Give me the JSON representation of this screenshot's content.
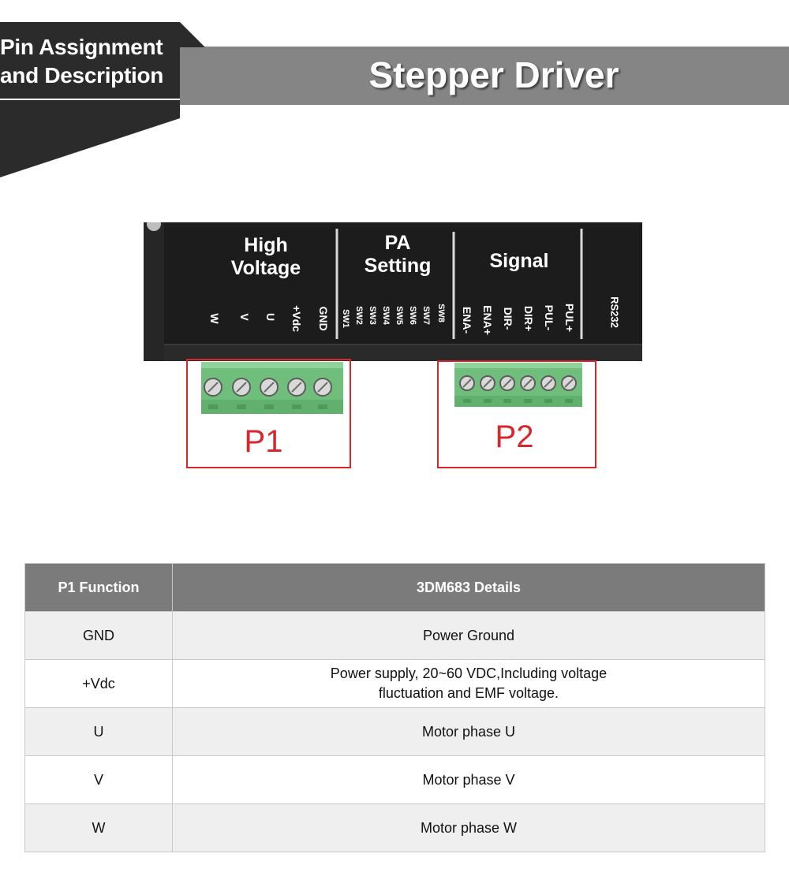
{
  "header": {
    "section_label": [
      "Pin Assignment",
      "and Description"
    ],
    "title": "Stepper Driver"
  },
  "device": {
    "groups": {
      "high_voltage": [
        "High",
        "Voltage"
      ],
      "pa_setting": [
        "PA",
        "Setting"
      ],
      "signal": "Signal",
      "rs232": "RS232"
    },
    "p1_pins": [
      "W",
      "V",
      "U",
      "+Vdc",
      "GND"
    ],
    "switches": [
      "SW1",
      "SW2",
      "SW3",
      "SW4",
      "SW5",
      "SW6",
      "SW7",
      "SW8"
    ],
    "p2_pins": [
      "ENA-",
      "ENA+",
      "DIR-",
      "DIR+",
      "PUL-",
      "PUL+"
    ],
    "connector_labels": {
      "p1": "P1",
      "p2": "P2"
    }
  },
  "table": {
    "headers": [
      "P1 Function",
      "3DM683 Details"
    ],
    "rows": [
      {
        "function": "GND",
        "details": "Power Ground"
      },
      {
        "function": "+Vdc",
        "details": "Power supply, 20~60 VDC,Including voltage fluctuation and EMF voltage."
      },
      {
        "function": "U",
        "details": "Motor phase U"
      },
      {
        "function": "V",
        "details": "Motor phase V"
      },
      {
        "function": "W",
        "details": "Motor phase W"
      }
    ]
  },
  "colors": {
    "header_band": "#858585",
    "dark_tab": "#2b2b2b",
    "device_body": "#1c1c1c",
    "terminal_green": "#72c47e",
    "highlight_red": "#d8262c",
    "table_header": "#7b7b7b"
  }
}
